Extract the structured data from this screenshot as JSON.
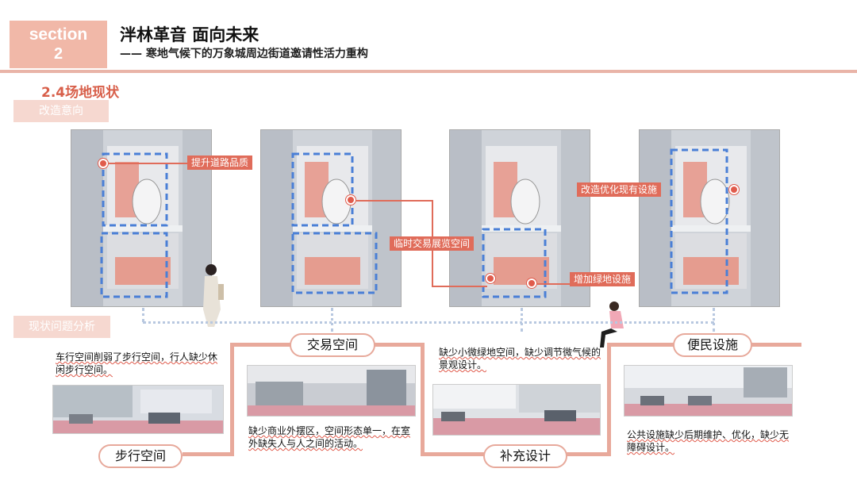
{
  "header": {
    "section_word": "section",
    "section_num": "2",
    "title": "泮林革音 面向未来",
    "subtitle": "—— 寒地气候下的万象城周边街道邀请性活力重构"
  },
  "heading": "2.4场地现状",
  "tags": {
    "renovation": "改造意向",
    "problems": "现状问题分析"
  },
  "map_labels": {
    "road": "提升道路品质",
    "market": "临时交易展览空间",
    "optimize": "改造优化现有设施",
    "green": "增加绿地设施"
  },
  "categories": {
    "walk": "步行空间",
    "trade": "交易空间",
    "supplement": "补充设计",
    "convenience": "便民设施"
  },
  "descriptions": {
    "walk": "车行空间削弱了步行空间，行人缺少休闲步行空间。",
    "trade": "缺少商业外摆区，空间形态单一，在室外缺失人与人之间的活动。",
    "supplement": "缺少小微绿地空间，缺少调节微气候的景观设计。",
    "convenience": "公共设施缺少后期维护、优化，缺少无障碍设计。"
  },
  "colors": {
    "accent": "#e06c5a",
    "section_bg": "#f1b8a8",
    "dashed_blue": "#4a7fd6"
  }
}
